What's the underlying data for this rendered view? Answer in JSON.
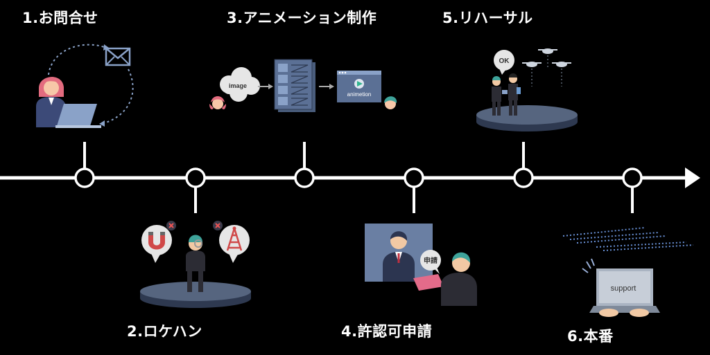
{
  "steps": [
    {
      "label": "1.お問合せ"
    },
    {
      "label": "2.ロケハン"
    },
    {
      "label": "3.アニメーション制作"
    },
    {
      "label": "4.許認可申請"
    },
    {
      "label": "5.リハーサル"
    },
    {
      "label": "6.本番"
    }
  ],
  "illustrations": {
    "inquiry": {
      "icon": "mail-icon"
    },
    "animation": {
      "image_text": "image",
      "screen_text": "animetion"
    },
    "rehearsal": {
      "speech_text": "OK"
    },
    "permit": {
      "document_text": "申請"
    },
    "showtime": {
      "laptop_text": "support"
    }
  },
  "colors": {
    "background": "#000000",
    "line": "#ffffff",
    "accent_blue": "#6a82a8",
    "stage": "#3d4a5f"
  }
}
